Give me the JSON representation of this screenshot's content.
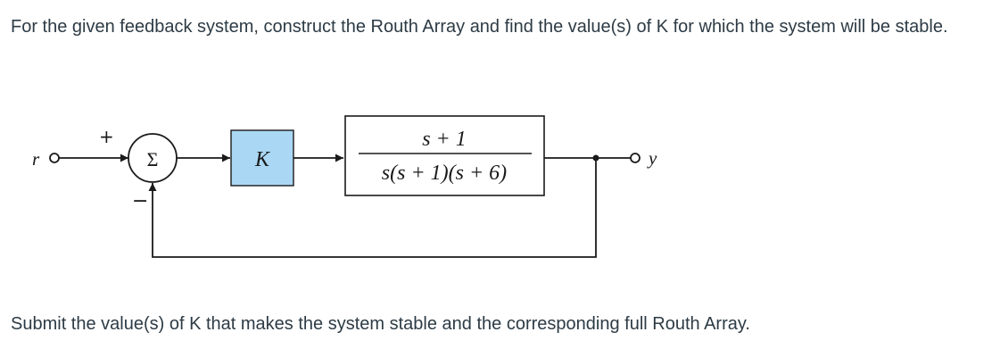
{
  "question": {
    "prompt": "For the given feedback system, construct the Routh Array and find the value(s) of K for which the system will be stable.",
    "submit_instruction": "Submit the value(s) of K that makes the system stable and the corresponding full Routh Array."
  },
  "diagram": {
    "input_label": "r",
    "output_label": "y",
    "summing_symbol": "Σ",
    "plus_sign": "+",
    "minus_sign": "−",
    "gain_label": "K",
    "plant_numerator": "s + 1",
    "plant_denominator": "s(s + 1)(s + 6)",
    "colors": {
      "gain_block_fill": "#aad8f4",
      "line": "#1a1a1a",
      "text": "#2d3b45"
    }
  }
}
